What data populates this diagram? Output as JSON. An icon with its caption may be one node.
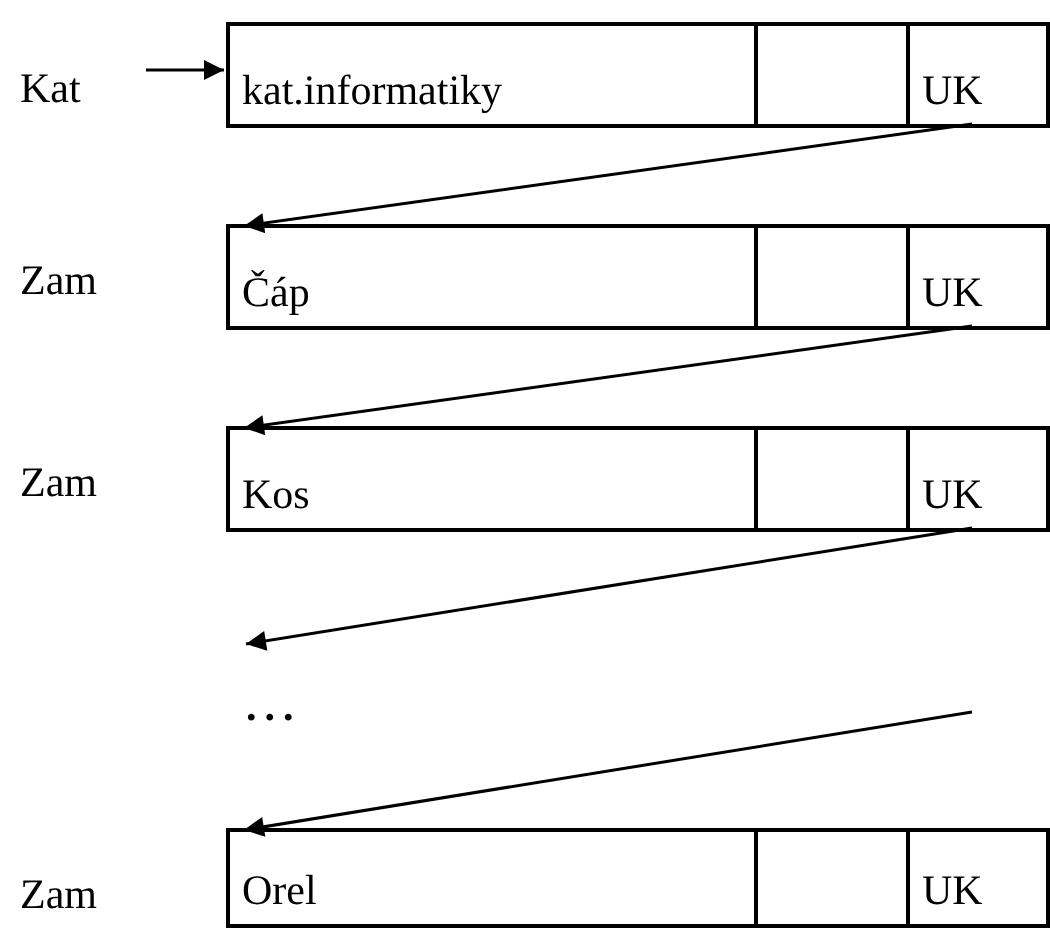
{
  "diagram": {
    "nodes": [
      {
        "text": [
          "Kat"
        ]
      },
      {
        "text": [
          "kat.informatiky"
        ]
      },
      {
        "text": [],
        "shape": "box"
      },
      {
        "text": [
          "UK"
        ]
      },
      {
        "text": [
          "Čáp"
        ]
      },
      {
        "text": [],
        "shape": "box"
      },
      {
        "text": [
          "UK"
        ]
      },
      {
        "text": [
          "Kos"
        ]
      },
      {
        "text": [],
        "shape": "box"
      },
      {
        "text": [
          "UK"
        ]
      },
      {
        "text": [
          "Orel"
        ]
      },
      {
        "text": [],
        "shape": "box"
      },
      {
        "text": [
          "UK"
        ]
      }
    ],
    "edges": [
      {
        "from": 0,
        "to": 1,
        "arrow": "to"
      },
      {
        "from": 3,
        "to": 4,
        "arrow": "to"
      },
      {
        "from": 6,
        "to": 7,
        "arrow": "to"
      },
      {
        "from": 9,
        "to": null,
        "arrow": "to"
      },
      {
        "from": null,
        "to": 10,
        "arrow": "to"
      }
    ],
    "labels": [
      "Zam",
      "Zam",
      "...",
      "Zam"
    ]
  }
}
